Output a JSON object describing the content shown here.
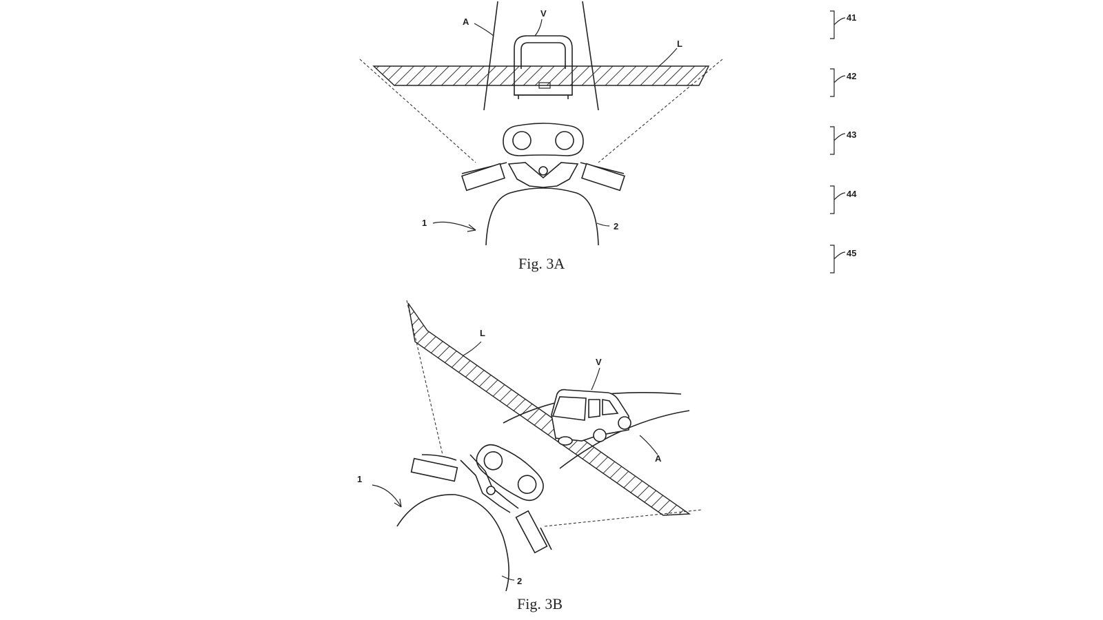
{
  "fig3a": {
    "caption": "Fig. 3A",
    "labels": {
      "A": "A",
      "V": "V",
      "L": "L",
      "one": "1",
      "two": "2"
    }
  },
  "fig3b": {
    "caption": "Fig. 3B",
    "labels": {
      "L": "L",
      "V": "V",
      "A": "A",
      "one": "1",
      "two": "2"
    }
  },
  "sheet_refs": [
    "41",
    "42",
    "43",
    "44",
    "45"
  ]
}
